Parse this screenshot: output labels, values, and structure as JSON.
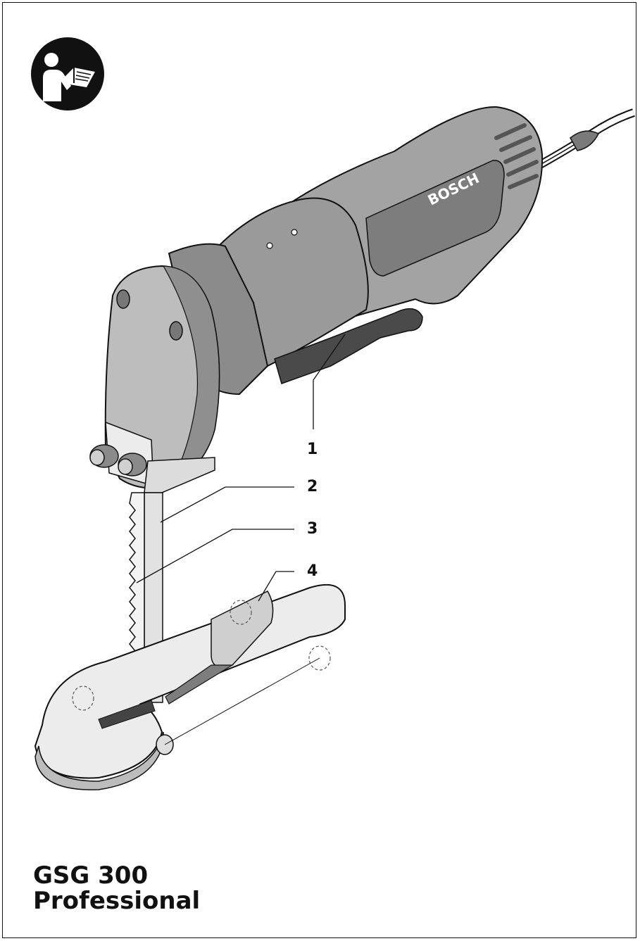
{
  "brand_logo_text": "BOSCH",
  "icons": {
    "manual": "read-instruction-manual-icon"
  },
  "callouts": [
    {
      "number": "1"
    },
    {
      "number": "2"
    },
    {
      "number": "3"
    },
    {
      "number": "4"
    }
  ],
  "product": {
    "model": "GSG 300",
    "line": "Professional"
  },
  "colors": {
    "housing": "#9d9d9d",
    "housing_dark": "#6e6e6e",
    "housing_light": "#c9c9c9",
    "outline": "#111111"
  }
}
